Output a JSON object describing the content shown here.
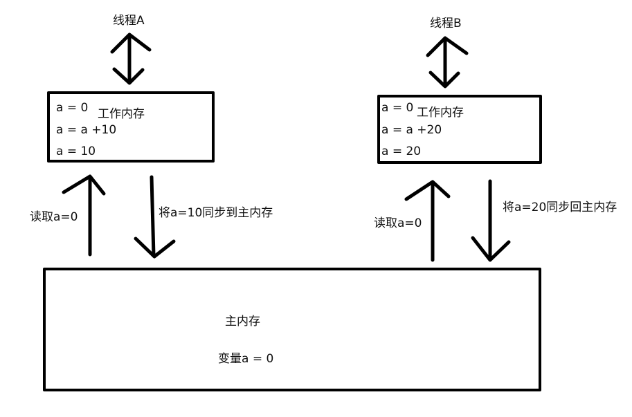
{
  "thread_a": {
    "label": "线程A",
    "working_memory_label": "工作内存",
    "lines": [
      "a = 0",
      "a = a +10",
      "a = 10"
    ],
    "read_label": "读取a=0",
    "sync_label": "将a=10同步到主内存"
  },
  "thread_b": {
    "label": "线程B",
    "working_memory_label": "工作内存",
    "lines": [
      "a = 0",
      "a = a +20",
      "a = 20"
    ],
    "read_label": "读取a=0",
    "sync_label": "将a=20同步回主内存"
  },
  "main_memory": {
    "label": "主内存",
    "variable": "变量a = 0"
  },
  "colors": {
    "stroke": "#000000",
    "background": "#ffffff"
  }
}
